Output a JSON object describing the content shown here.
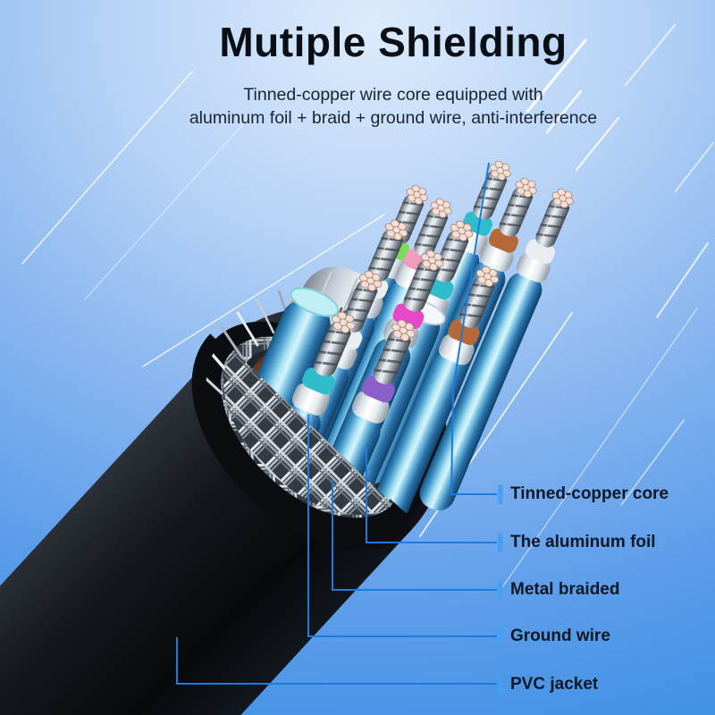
{
  "header": {
    "title": "Mutiple Shielding",
    "subtitle_line1": "Tinned-copper wire core equipped with",
    "subtitle_line2": "aluminum foil + braid + ground wire, anti-interference"
  },
  "callouts": [
    {
      "label": "Tinned-copper core"
    },
    {
      "label": "The aluminum foil"
    },
    {
      "label": "Metal braided"
    },
    {
      "label": "Ground wire"
    },
    {
      "label": "PVC jacket"
    }
  ],
  "colors": {
    "leader_line": "#1e7bdb",
    "tick": "#43a0f4",
    "title_text": "#0a0f16",
    "label_text": "#0d1725",
    "background_top": "#dcebfc",
    "background_bottom": "#3e90e4",
    "pvc_jacket": "#111318",
    "insulation_blue": "#4aa0d8",
    "copper": "#d98d5f",
    "foil_silver": "#e7edf2"
  },
  "illustration": {
    "description": "3D cutaway render of a cable showing shielding layers",
    "parts": [
      "tinned-copper stranded cores",
      "colored core insulation",
      "white inner insulation",
      "blue outer insulation",
      "ground wire copper strands",
      "aluminum foil wrap",
      "metal braided shield",
      "black PVC jacket"
    ]
  }
}
